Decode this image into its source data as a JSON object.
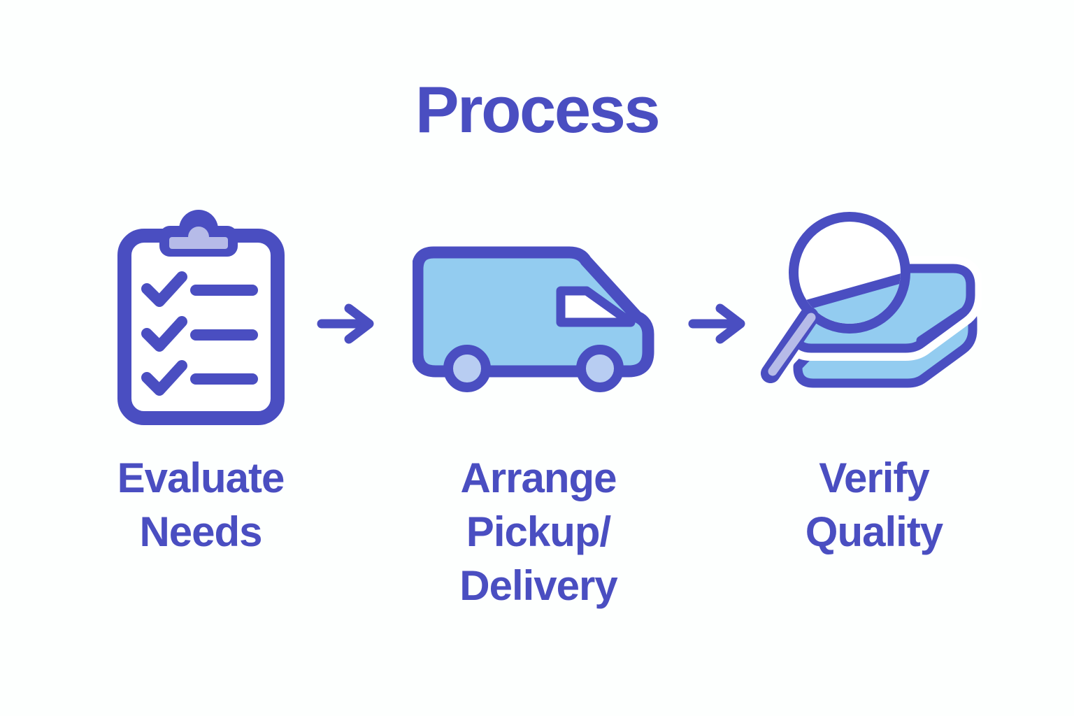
{
  "title": "Process",
  "colors": {
    "background": "#fdfffe",
    "text": "#4a4ec1",
    "indigo": "#4a4ec1",
    "blue": "#93ccf0",
    "lavender": "#b6bbe8",
    "wheel": "#b8cdf2",
    "white": "#ffffff"
  },
  "steps": [
    {
      "icon": "clipboard-checklist",
      "label": "Evaluate\nNeeds"
    },
    {
      "icon": "delivery-truck",
      "label": "Arrange\nPickup/\nDelivery"
    },
    {
      "icon": "magnifier-quality-check",
      "label": "Verify\nQuality"
    }
  ],
  "arrows": [
    {
      "icon": "arrow-right"
    },
    {
      "icon": "arrow-right"
    }
  ]
}
